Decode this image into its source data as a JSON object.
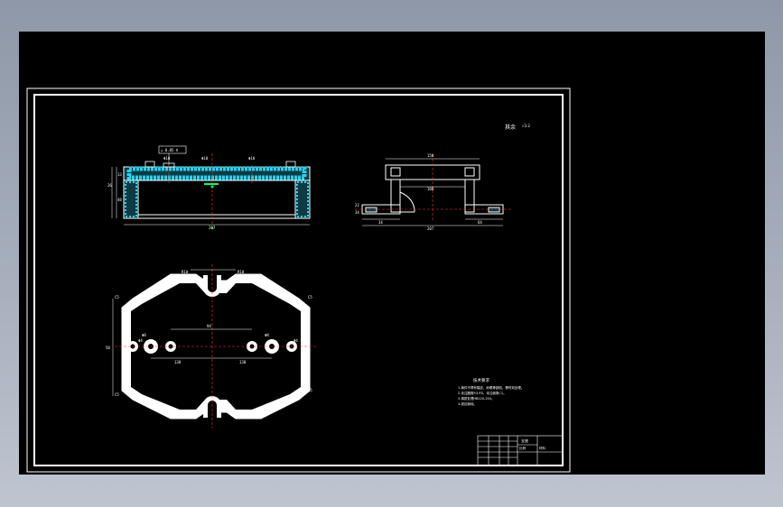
{
  "colors": {
    "background": "#000000",
    "line": "#ffffff",
    "section_hatch": "#22d3ee",
    "centerline": "#ff3030",
    "dimension": "#ffffff",
    "marker": "#00ff66"
  },
  "front_view": {
    "tolerance_frame": "⊥ 0.05 A",
    "top_dims": [
      "Φ10",
      "Φ10",
      "Φ10"
    ],
    "left_dims": [
      "13",
      "26",
      "48"
    ],
    "bottom_dim": "207"
  },
  "side_view": {
    "top_dim": "150",
    "mid_dim": "100",
    "left_dims": [
      "22",
      "34"
    ],
    "bottom_left_dim": "34",
    "bottom_right_dim": "64",
    "overall_dim": "207"
  },
  "top_view": {
    "top_dims": [
      "R10",
      "R10"
    ],
    "corner_dims": [
      "C5",
      "C5",
      "C5",
      "C5"
    ],
    "hole_dims": [
      "Φ4",
      "Φ4",
      "Φ8",
      "Φ8"
    ],
    "center_span": "94",
    "left_span": "130",
    "right_span": "130",
    "height_dim": "50"
  },
  "roughness_label": "其余",
  "roughness_value": "√3.2",
  "tech_notes": {
    "title": "技术要求",
    "lines": [
      "1.铸件不得有裂纹、砂眼等缺陷，需时效处理。",
      "2.未注圆角R3-R5，未注倒角C1。",
      "3.调质处理HB220-250。",
      "4.锐边倒钝。"
    ]
  },
  "title_block": {
    "drawing_name": "支座",
    "scale_label": "比例",
    "material_label": "材料"
  }
}
